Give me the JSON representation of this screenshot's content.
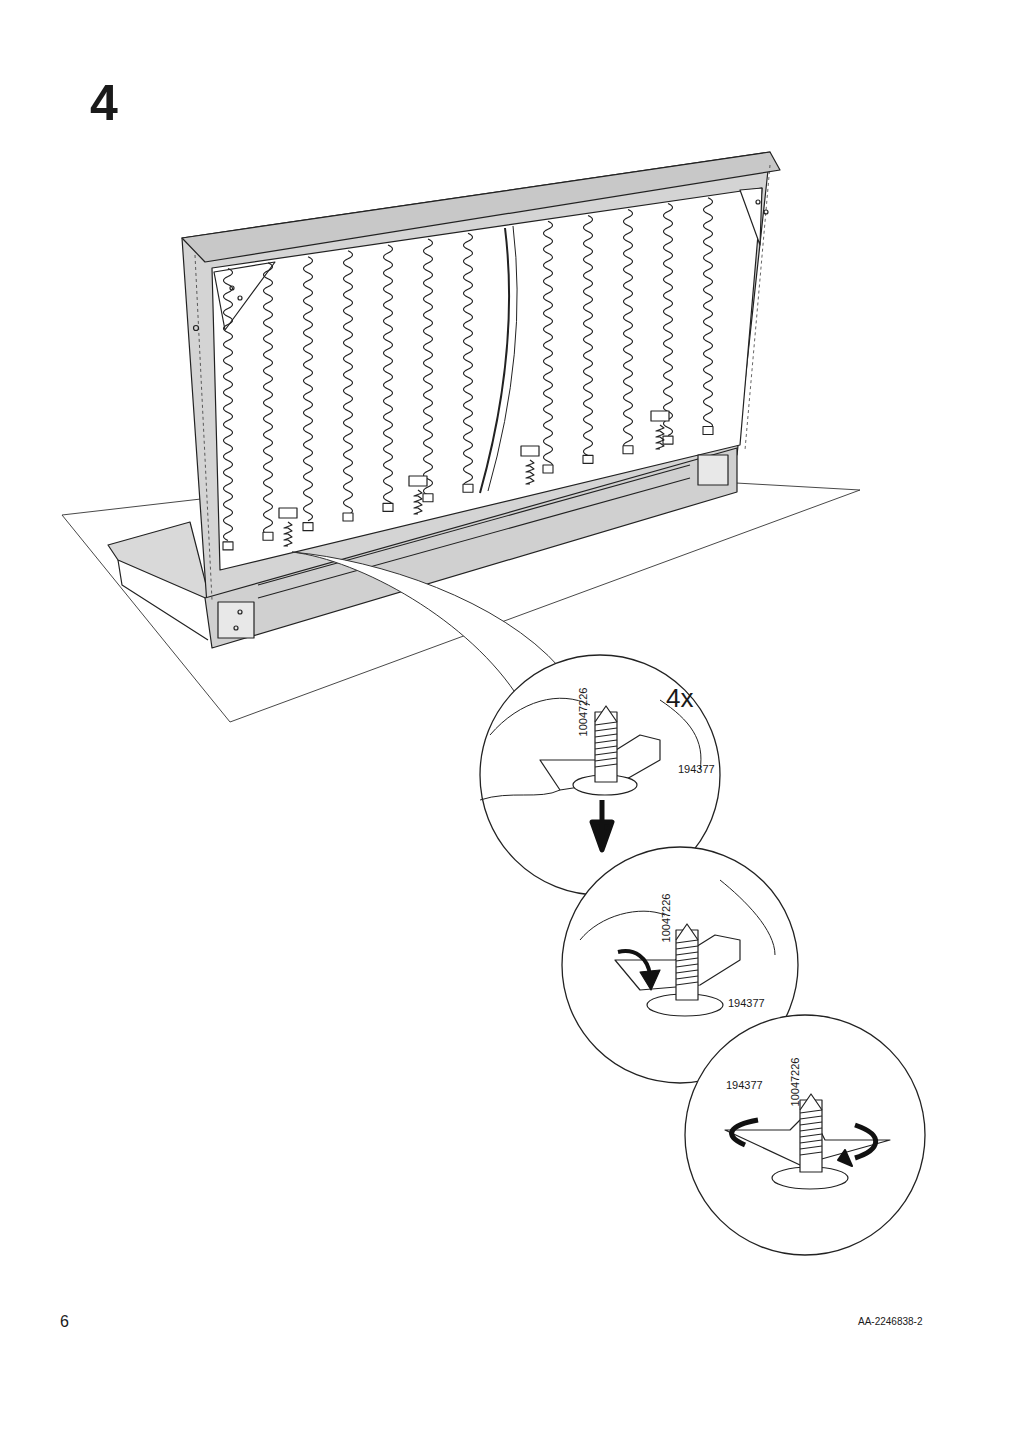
{
  "diagram": {
    "labels": [
      "4",
      "4x",
      "10047226",
      "194377",
      "10047226",
      "194377",
      "10047226",
      "194377",
      "6",
      "AA-2246838-2"
    ]
  }
}
